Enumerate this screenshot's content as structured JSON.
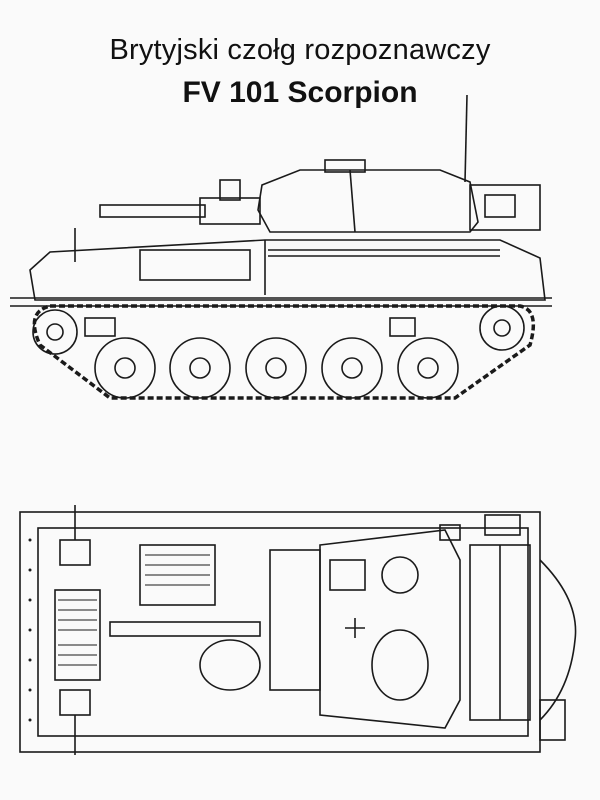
{
  "title": {
    "line1": "Brytyjski czołg rozpoznawczy",
    "line2": "FV 101 Scorpion"
  },
  "drawings": {
    "views": [
      "side-view",
      "top-view"
    ],
    "road_wheels": 5,
    "line_color": "#1a1a1a",
    "paper_color": "#fafafa"
  }
}
